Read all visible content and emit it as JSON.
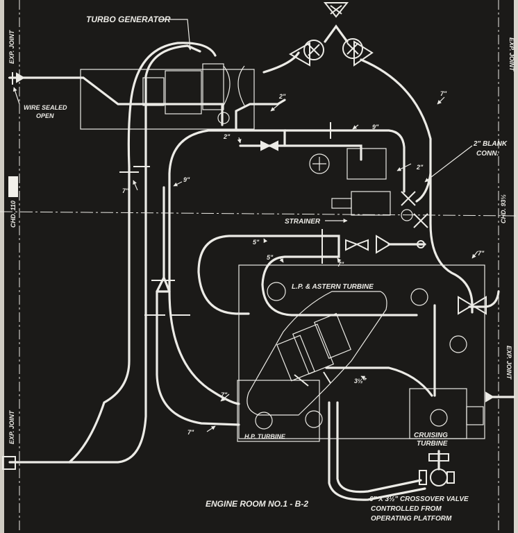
{
  "diagram": {
    "title": "ENGINE ROOM NO.1 - B-2",
    "colors": {
      "background": "#1b1a18",
      "line": "#ecebe6",
      "paper_edge": "#e9e6de"
    },
    "labels": {
      "turbo_generator": "TURBO GENERATOR",
      "wire_sealed": "WIRE SEALED",
      "wire_open": "OPEN",
      "blank_conn_1": "2\" BLANK",
      "blank_conn_2": "CONN.",
      "strainer": "STRAINER",
      "lp_astern_turbine": "L.P. & ASTERN TURBINE",
      "hp_turbine": "H.P. TURBINE",
      "cruising_1": "CRUISING",
      "cruising_2": "TURBINE",
      "crossover_1": "6\" X 3½\" CROSSOVER VALVE",
      "crossover_2": "CONTROLLED FROM",
      "crossover_3": "OPERATING PLATFORM",
      "exp_joint_left_top": "EXP. JOINT",
      "exp_joint_left_bottom": "EXP. JOINT",
      "exp_joint_right_top": "EXP. JOINT",
      "exp_joint_right_bottom": "EXP. JOINT",
      "frame_left": "CHD. 110",
      "frame_right": "CHD. 93½"
    },
    "pipe_sizes": {
      "s2_top": "2\"",
      "s9_top": "9\"",
      "s2_mid": "2\"",
      "s2_right": "2\"",
      "s7_left": "7\"",
      "s9_left": "9\"",
      "s7_right": "7\"",
      "s7_right_lower": "7\"",
      "s5_a": "5\"",
      "s5_b": "5\"",
      "s7_mid": "7\"",
      "s7_bl_a": "7\"",
      "s7_bl_b": "7\"",
      "s3_half": "3½\""
    }
  }
}
